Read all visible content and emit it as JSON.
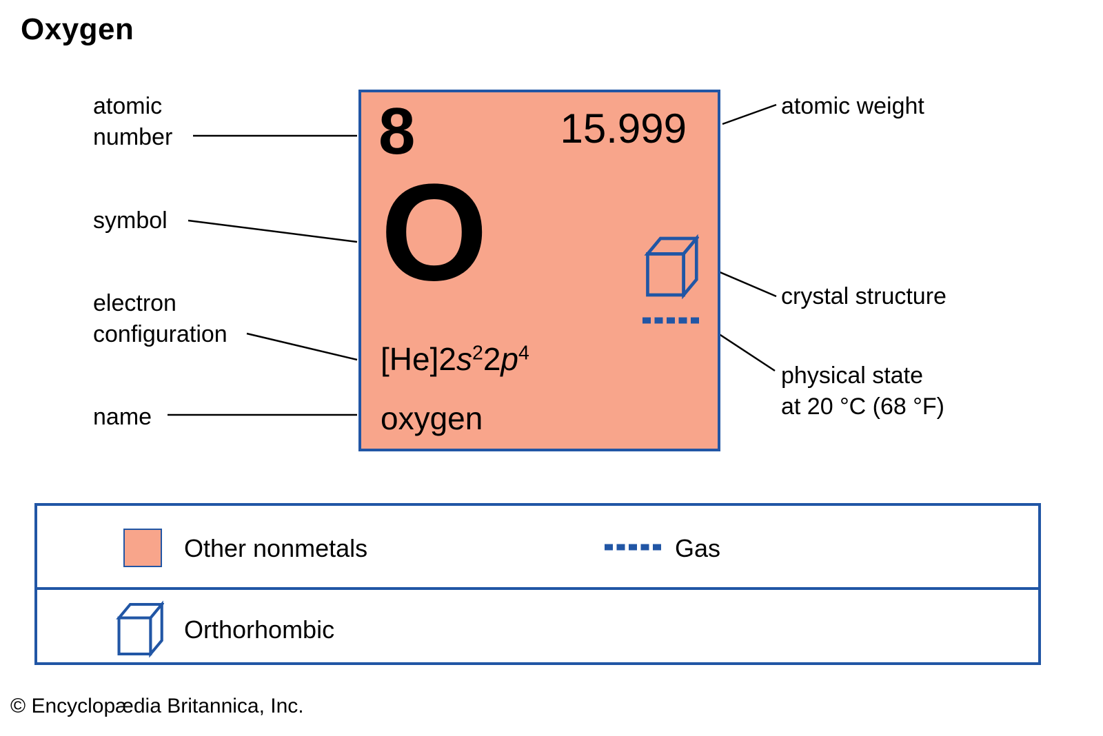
{
  "title": "Oxygen",
  "element": {
    "atomic_number": "8",
    "atomic_weight": "15.999",
    "symbol": "O",
    "name": "oxygen",
    "ec": {
      "p1": "[He]2",
      "p2": "s",
      "p3": "2",
      "p4": "2",
      "p5": "p",
      "p6": "4"
    }
  },
  "callouts": {
    "atomic_number": "atomic\nnumber",
    "symbol": "symbol",
    "electron_configuration": "electron\nconfiguration",
    "name": "name",
    "atomic_weight": "atomic weight",
    "crystal_structure": "crystal structure",
    "physical_state": "physical state\nat 20 °C (68 °F)"
  },
  "legend": {
    "category_label": "Other nonmetals",
    "gas_label": "Gas",
    "crystal_label": "Orthorhombic"
  },
  "icons": {
    "cube": "orthorhombic-cube-icon",
    "dashes": "gas-dashed-line-icon"
  },
  "footer": "© Encyclopædia Britannica, Inc.",
  "colors": {
    "category_fill": "#F8A58B",
    "accent_blue": "#2156A5",
    "line_color": "#000000"
  }
}
